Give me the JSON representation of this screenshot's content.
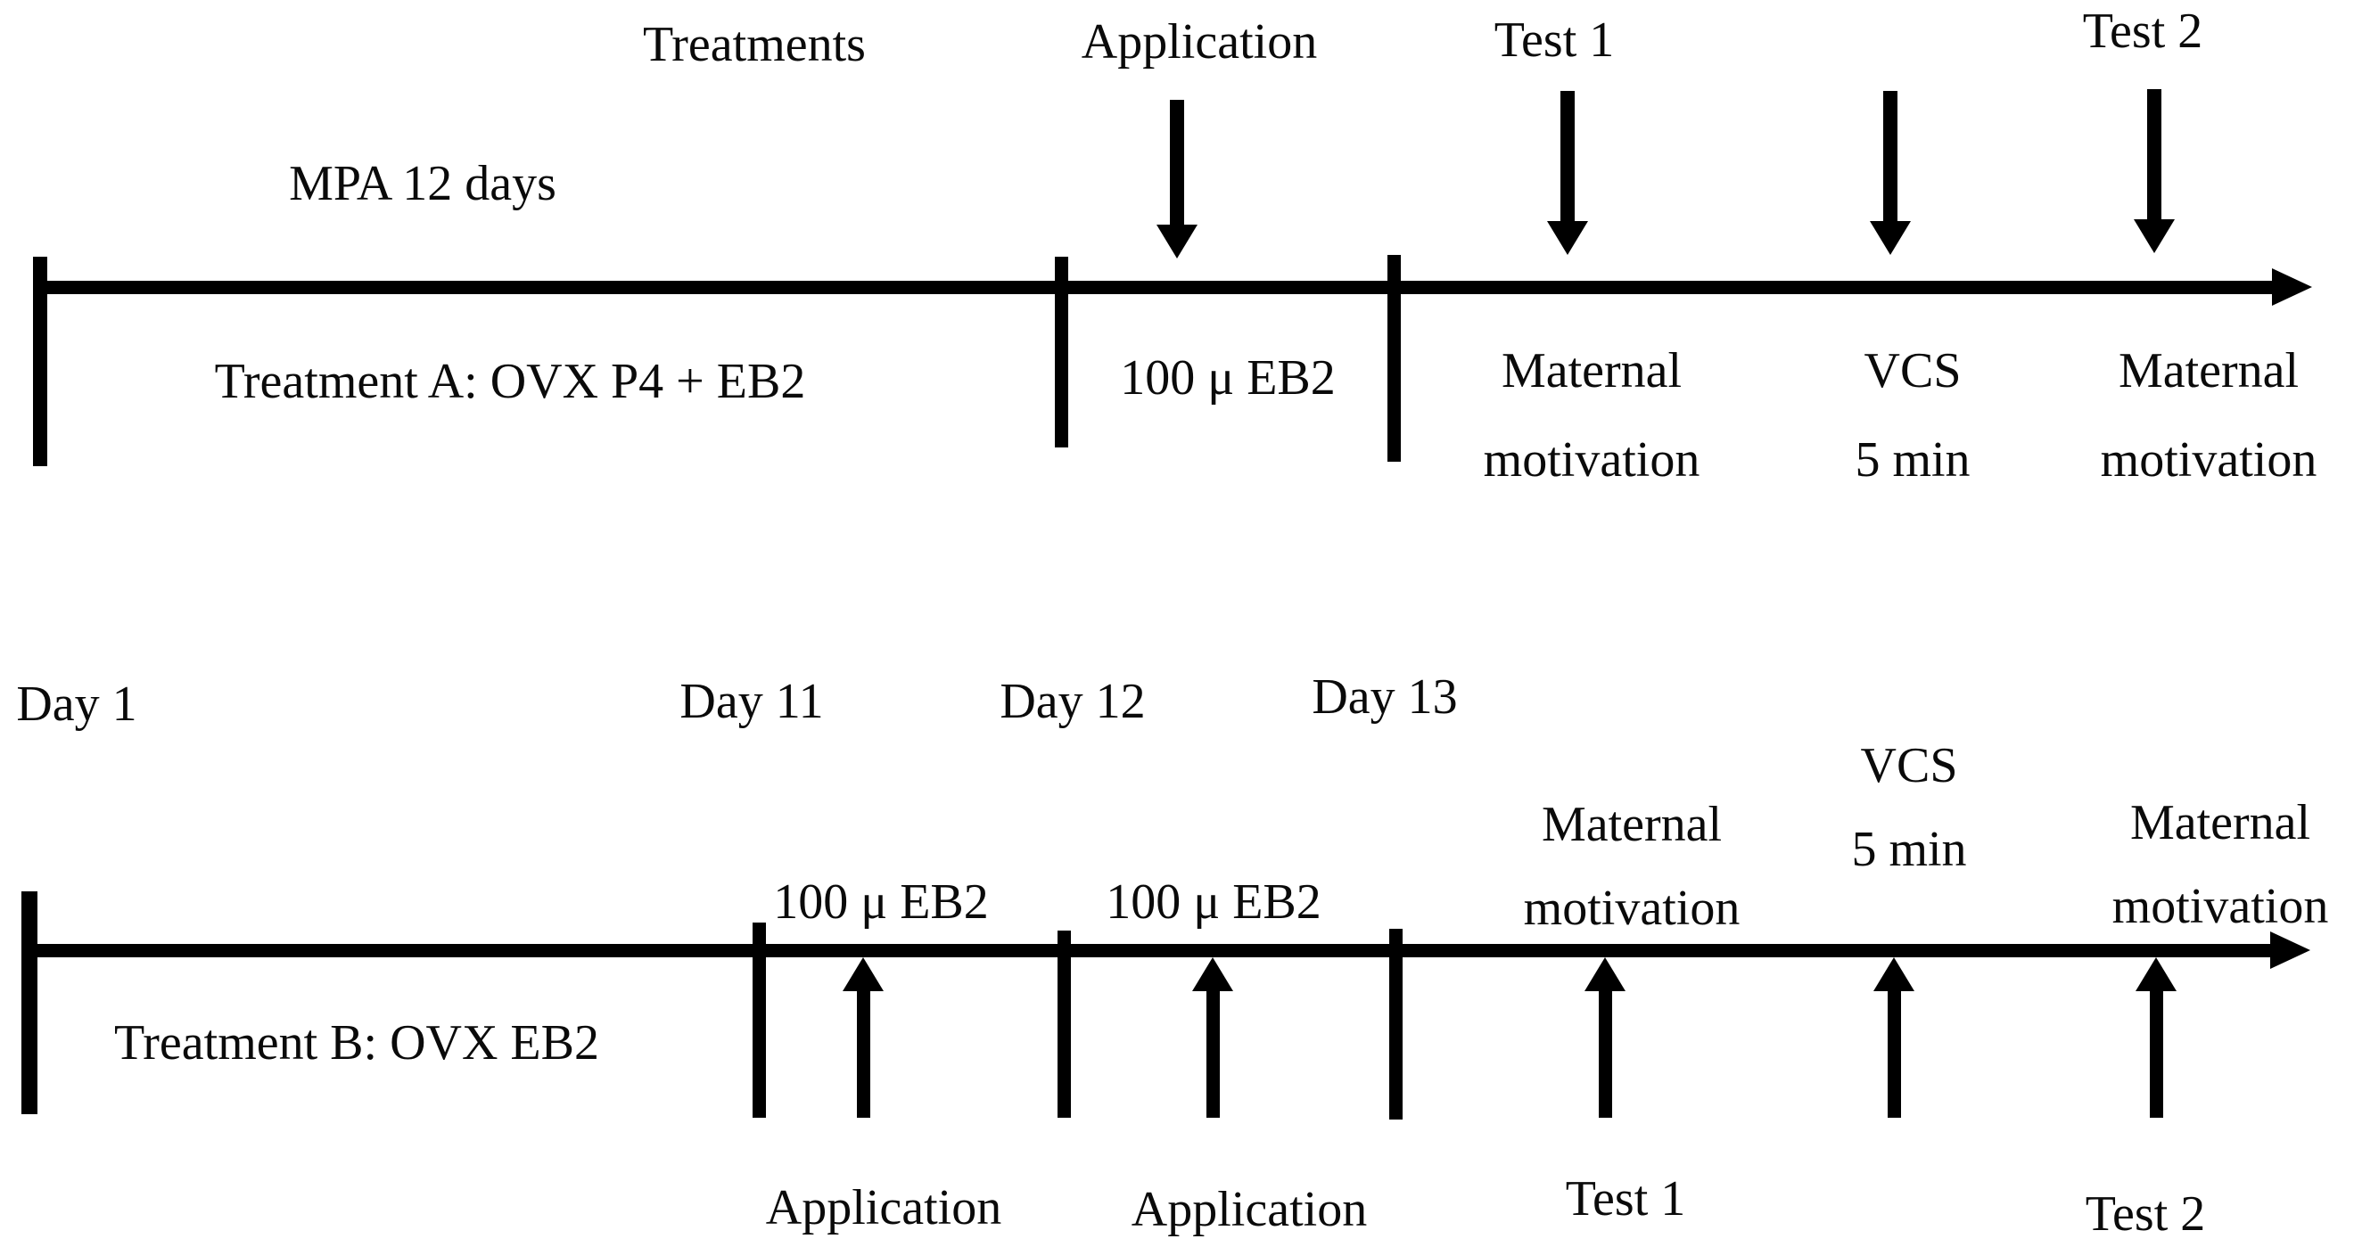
{
  "figure": {
    "background": "#ffffff",
    "ink": "#000000"
  },
  "timeline_a": {
    "header": "Treatments",
    "phase": "MPA 12 days",
    "treatment": "Treatment A: OVX P4 + EB2",
    "application": {
      "label": "Application",
      "dose": "100 μ EB2"
    },
    "test1": {
      "label": "Test 1",
      "result_line1": "Maternal",
      "result_line2": "motivation"
    },
    "vcs": {
      "line1": "VCS",
      "line2": "5 min"
    },
    "test2": {
      "label": "Test 2",
      "result_line1": "Maternal",
      "result_line2": "motivation"
    }
  },
  "day_axis": {
    "labels": [
      "Day 1",
      "Day 11",
      "Day 12",
      "Day 13"
    ]
  },
  "timeline_b": {
    "treatment": "Treatment B: OVX EB2",
    "application1": {
      "label": "Application",
      "dose": "100 μ EB2"
    },
    "application2": {
      "label": "Application",
      "dose": "100 μ EB2"
    },
    "test1": {
      "label": "Test 1",
      "result_line1": "Maternal",
      "result_line2": "motivation"
    },
    "vcs": {
      "line1": "VCS",
      "line2": "5 min"
    },
    "test2": {
      "label": "Test 2",
      "result_line1": "Maternal",
      "result_line2": "motivation"
    }
  }
}
